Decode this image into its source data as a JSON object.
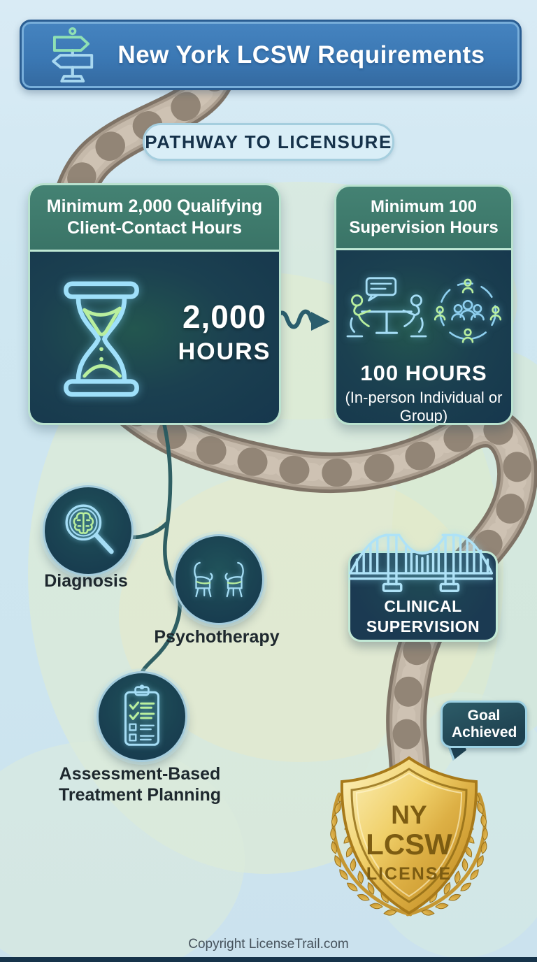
{
  "header": {
    "title": "New York LCSW Requirements",
    "icon": "signpost-icon",
    "bg_color": "#3b78b4",
    "border_color": "#2a5d92"
  },
  "pathway_badge": {
    "label": "PATHWAY TO LICENSURE"
  },
  "cards": {
    "client_contact": {
      "title": "Minimum 2,000 Qualifying Client-Contact Hours",
      "value": "2,000",
      "unit": "HOURS",
      "icon": "hourglass-icon",
      "header_color": "#3e7d70",
      "body_color": "#17394f"
    },
    "supervision": {
      "title": "Minimum 100 Supervision Hours",
      "value": "100 HOURS",
      "subtitle": "(In-person Individual or Group)",
      "icons": [
        "supervision-meeting-icon",
        "group-circle-icon"
      ]
    }
  },
  "connector": {
    "style": "wavy-arrow",
    "color": "#2b5e6d"
  },
  "milestones": [
    {
      "label": "Diagnosis",
      "icon": "brain-magnifier-icon"
    },
    {
      "label": "Psychotherapy",
      "icon": "therapy-chairs-icon"
    },
    {
      "label": "Assessment-Based Treatment Planning",
      "icon": "checklist-clipboard-icon"
    }
  ],
  "clinical_supervision": {
    "label": "CLINICAL SUPERVISION",
    "icon": "bridge-icon"
  },
  "goal": {
    "bubble_label": "Goal Achieved",
    "shield_lines": [
      "NY",
      "LCSW",
      "LICENSE"
    ],
    "icon": "gold-shield-laurel-icon",
    "shield_text_color": "#7c5c12"
  },
  "footer": {
    "text": "Copyright LicenseTrail.com"
  },
  "colors": {
    "page_bg": "#cfe7f1",
    "map_blob_green": "#dfeccb",
    "stone_path_light": "#c6baab",
    "stone_path_dark": "#7f7366",
    "teal_connector": "#2f5f63",
    "neon_blue": "#a5ddf5",
    "neon_green": "#b9ef9e",
    "card_border_mint": "#b9e2cf",
    "gold_light": "#fdf3c0",
    "gold_dark": "#c9952c",
    "bottom_bar": "#17344b"
  }
}
